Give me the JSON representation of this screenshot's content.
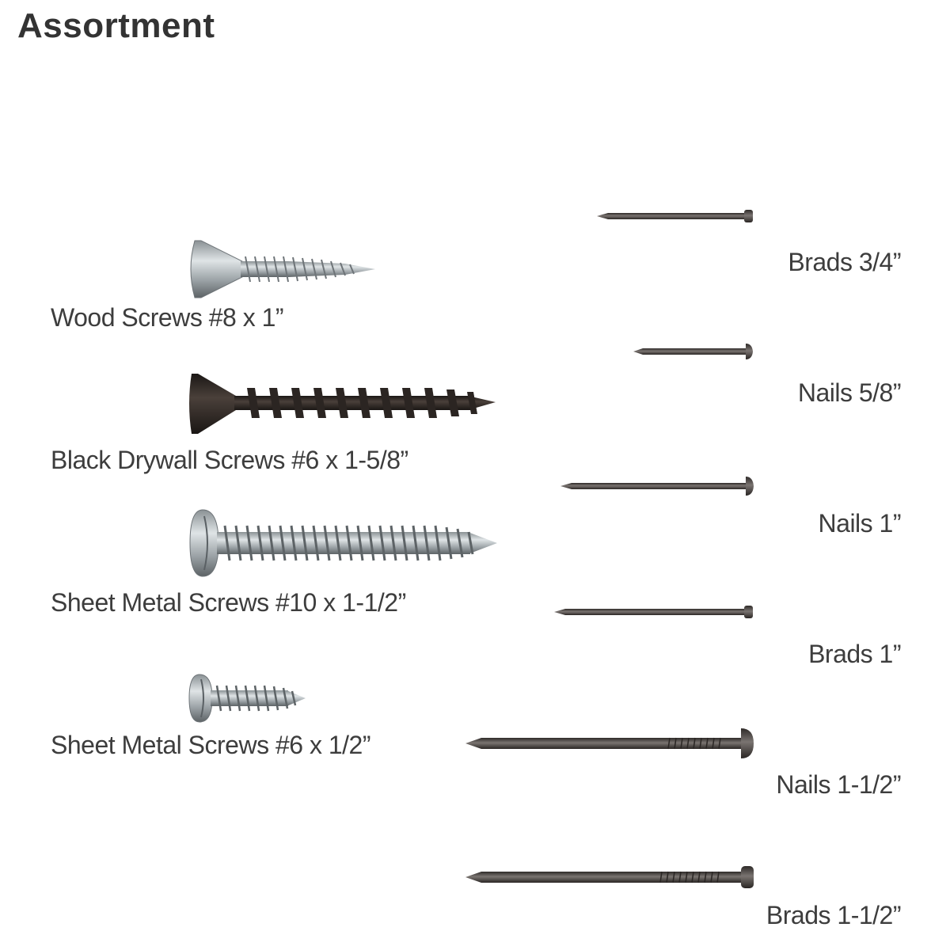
{
  "title": "Assortment",
  "screws": [
    {
      "label": "Wood Screws #8 x 1”"
    },
    {
      "label": "Black Drywall Screws #6 x 1-5/8”"
    },
    {
      "label": "Sheet Metal Screws #10 x 1-1/2”"
    },
    {
      "label": "Sheet Metal Screws #6 x 1/2”"
    }
  ],
  "nails": [
    {
      "label": "Brads 3/4”"
    },
    {
      "label": "Nails 5/8”"
    },
    {
      "label": "Nails 1”"
    },
    {
      "label": "Brads 1”"
    },
    {
      "label": "Nails 1-1/2”"
    },
    {
      "label": "Brads 1-1/2”"
    }
  ],
  "colors": {
    "zinc": "#a9b0b4",
    "zinc_dark": "#6e7478",
    "black_oxide": "#2b2522",
    "nail_steel": "#4a4644"
  }
}
